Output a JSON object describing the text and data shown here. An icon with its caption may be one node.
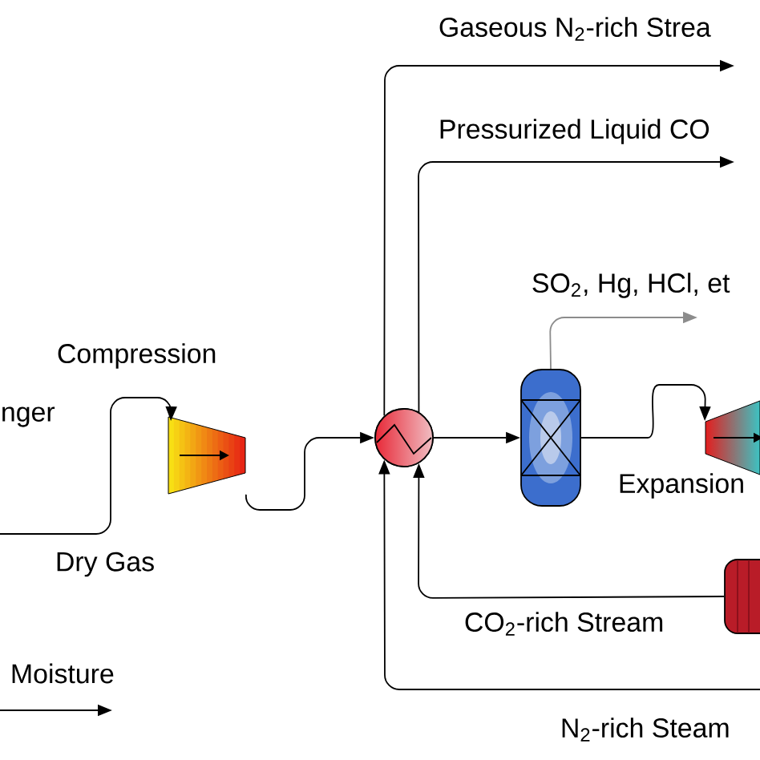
{
  "diagram": {
    "nodes": [
      {
        "text": [
          "Compression"
        ]
      },
      {
        "text": [],
        "shape": "circle"
      },
      {
        "text": [],
        "shape": "cylinder"
      },
      {
        "text": [
          "Expansion"
        ]
      },
      {
        "text": [],
        "shape": "cylinder"
      }
    ],
    "edges": [
      {
        "from": null,
        "to": 0,
        "arrow": "to",
        "label": "Dry Gas"
      },
      {
        "from": 0,
        "to": 1,
        "arrow": "to"
      },
      {
        "from": 1,
        "to": null,
        "arrow": "to",
        "label": "Gaseous N$_{2}$-rich Strea"
      },
      {
        "from": 1,
        "to": null,
        "arrow": "to",
        "label": "Pressurized Liquid CO"
      },
      {
        "from": 1,
        "to": 2,
        "arrow": "to"
      },
      {
        "from": 2,
        "to": null,
        "arrow": "to",
        "label": "SO$_{2}$, Hg, HCl, et",
        "color": "#8c8c8c"
      },
      {
        "from": 2,
        "to": 3,
        "arrow": "to"
      },
      {
        "from": 4,
        "to": 1,
        "arrow": "to",
        "label": "CO$_{2}$-rich Stream"
      },
      {
        "from": null,
        "to": 1,
        "arrow": "to",
        "label": "N$_{2}$-rich Steam"
      }
    ],
    "labels": [
      "nger",
      "Moisture"
    ]
  }
}
